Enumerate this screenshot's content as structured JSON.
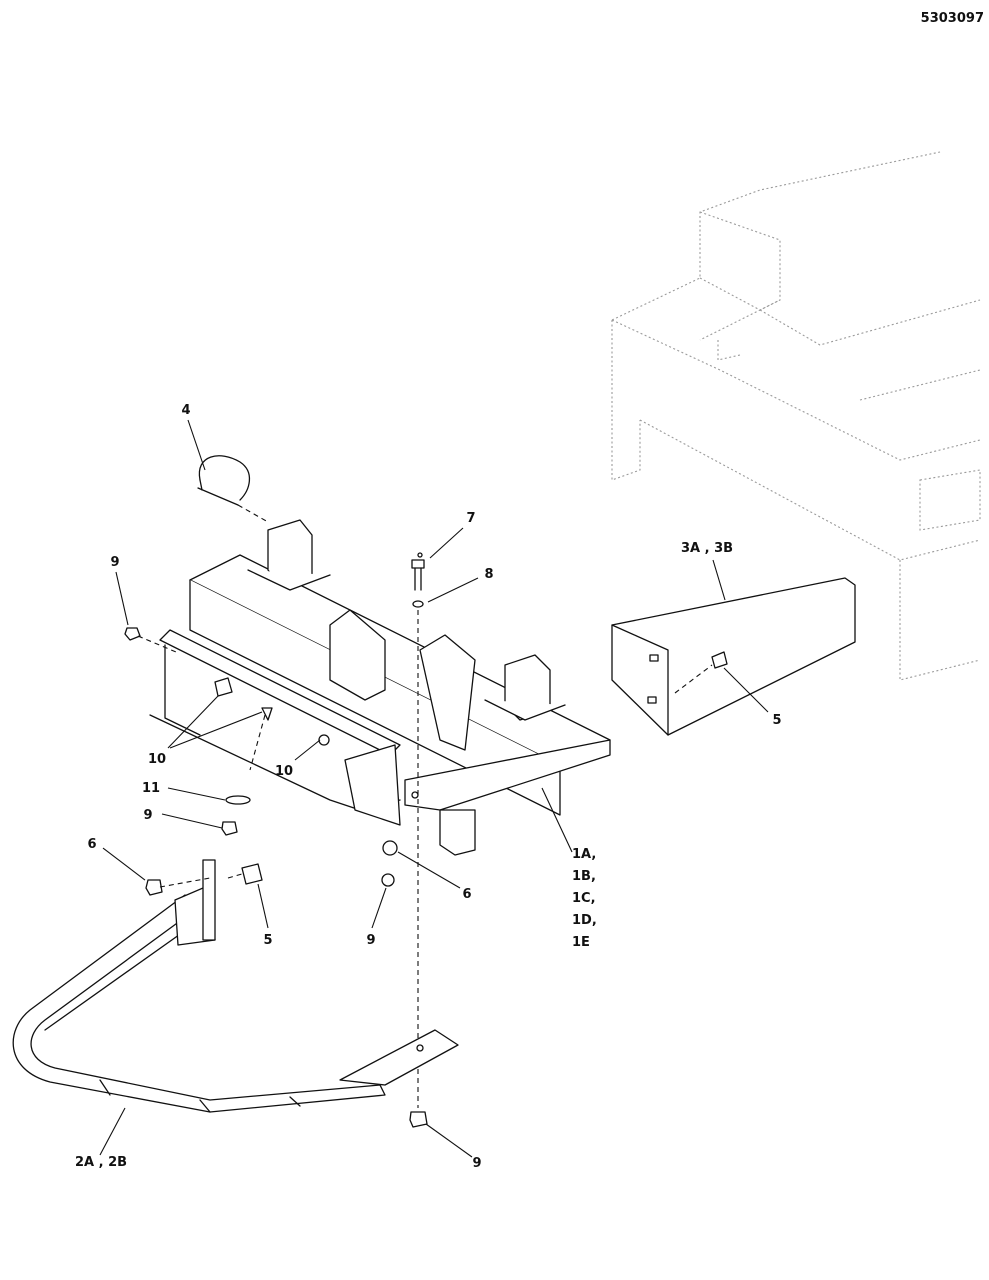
{
  "diagram": {
    "part_number": "5303097",
    "callouts": {
      "c4": "4",
      "c7": "7",
      "c8": "8",
      "c3": "3A , 3B",
      "c9a": "9",
      "c5a": "5",
      "c10a": "10",
      "c10b": "10",
      "c11": "11",
      "c9b": "9",
      "c6a": "6",
      "c1": [
        "1A,",
        "1B,",
        "1C,",
        "1D,",
        "1E"
      ],
      "c6b": "6",
      "c9c": "9",
      "c5b": "5",
      "c2": "2A , 2B",
      "c9d": "9"
    }
  }
}
